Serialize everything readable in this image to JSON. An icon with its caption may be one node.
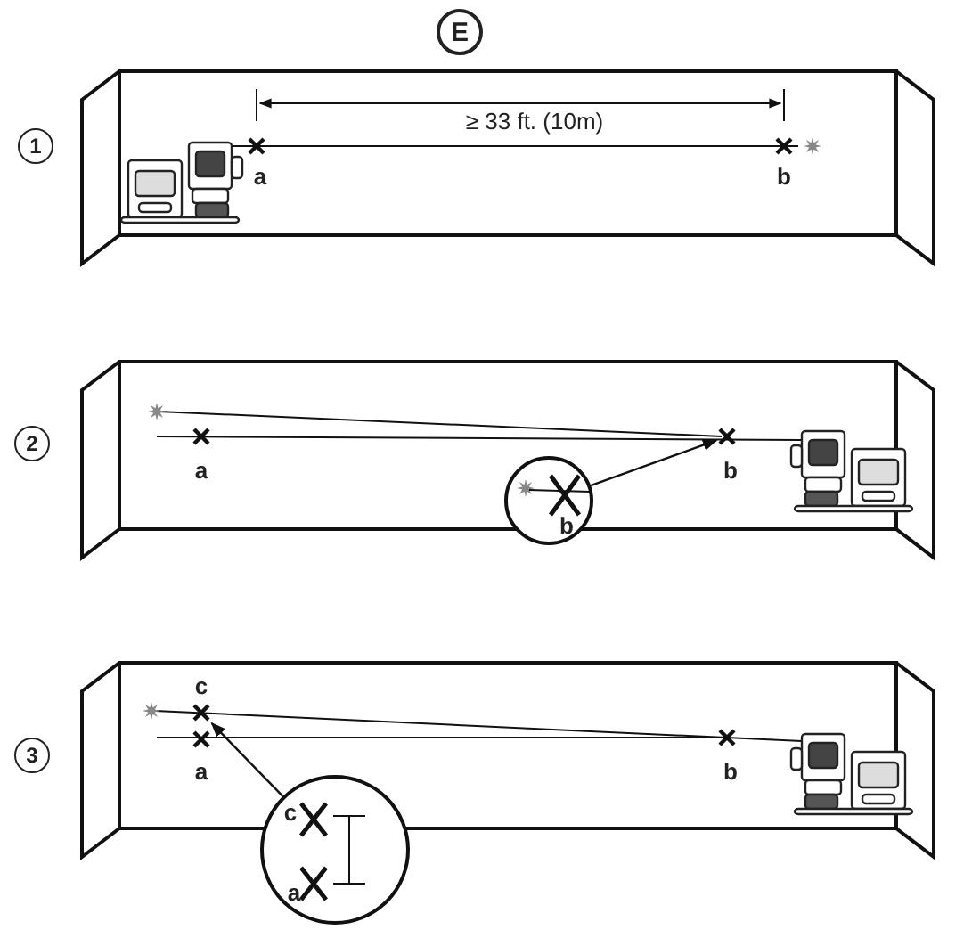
{
  "diagram": {
    "nodes": [
      {
        "text": [
          "b"
        ]
      },
      {
        "text": [],
        "shape": "cross"
      },
      {
        "text": [
          "c",
          "a"
        ]
      },
      {
        "text": [],
        "shape": "cross"
      }
    ],
    "edges": [
      {
        "from": 0,
        "to": 1,
        "arrow": "to"
      },
      {
        "from": 2,
        "to": 3,
        "arrow": "to"
      }
    ],
    "labels": [
      "E",
      "≥ 33 ft. (10m)",
      "1",
      "a",
      "b",
      "2",
      "a",
      "b",
      "c",
      "3",
      "a",
      "b"
    ]
  }
}
